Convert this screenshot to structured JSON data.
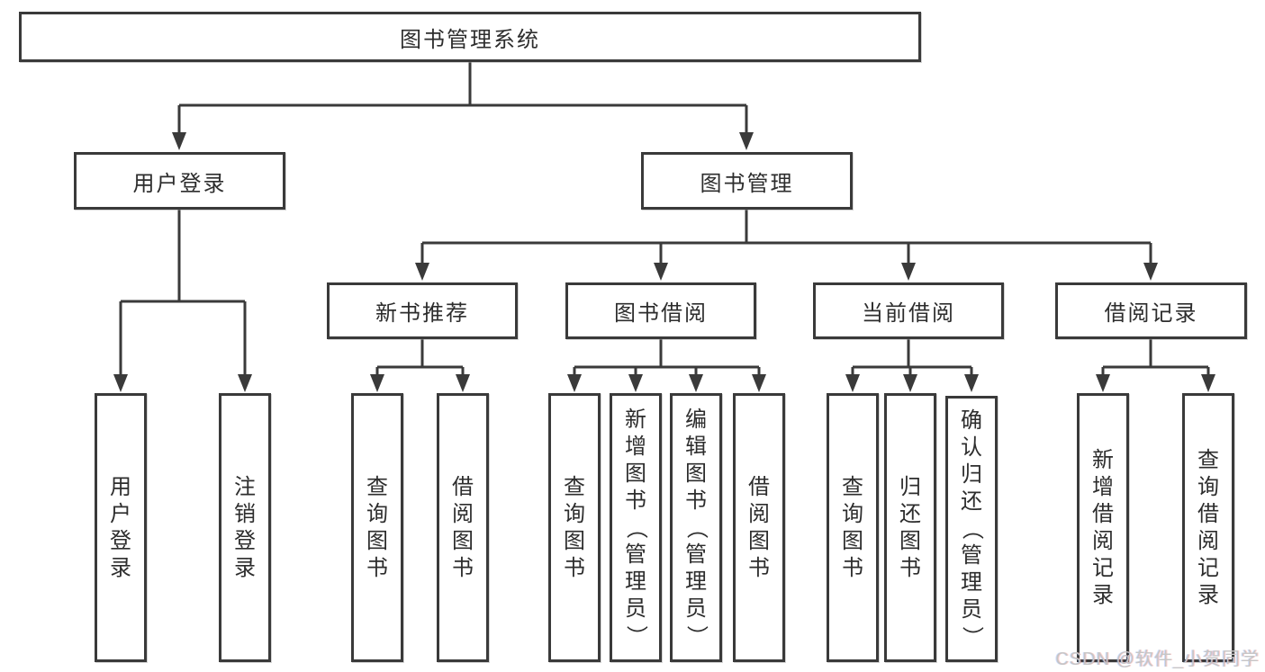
{
  "diagram": {
    "root": {
      "label": "图书管理系统"
    },
    "level1": [
      {
        "label": "用户登录",
        "children": [
          {
            "label": "用户登录"
          },
          {
            "label": "注销登录"
          }
        ]
      },
      {
        "label": "图书管理",
        "children": [
          {
            "label": "新书推荐",
            "children": [
              {
                "label": "查询图书"
              },
              {
                "label": "借阅图书"
              }
            ]
          },
          {
            "label": "图书借阅",
            "children": [
              {
                "label": "查询图书"
              },
              {
                "label": "新增图书（管理员）"
              },
              {
                "label": "编辑图书（管理员）"
              },
              {
                "label": "借阅图书"
              }
            ]
          },
          {
            "label": "当前借阅",
            "children": [
              {
                "label": "查询图书"
              },
              {
                "label": "归还图书"
              },
              {
                "label": "确认归还（管理员）"
              }
            ]
          },
          {
            "label": "借阅记录",
            "children": [
              {
                "label": "新增借阅记录"
              },
              {
                "label": "查询借阅记录"
              }
            ]
          }
        ]
      }
    ],
    "watermark": "CSDN @软件_小贺同学",
    "colors": {
      "line": "#3a3a3a",
      "text": "#2d2d2d",
      "box_background": "#ffffff",
      "watermark": "#c6c6c6"
    }
  }
}
